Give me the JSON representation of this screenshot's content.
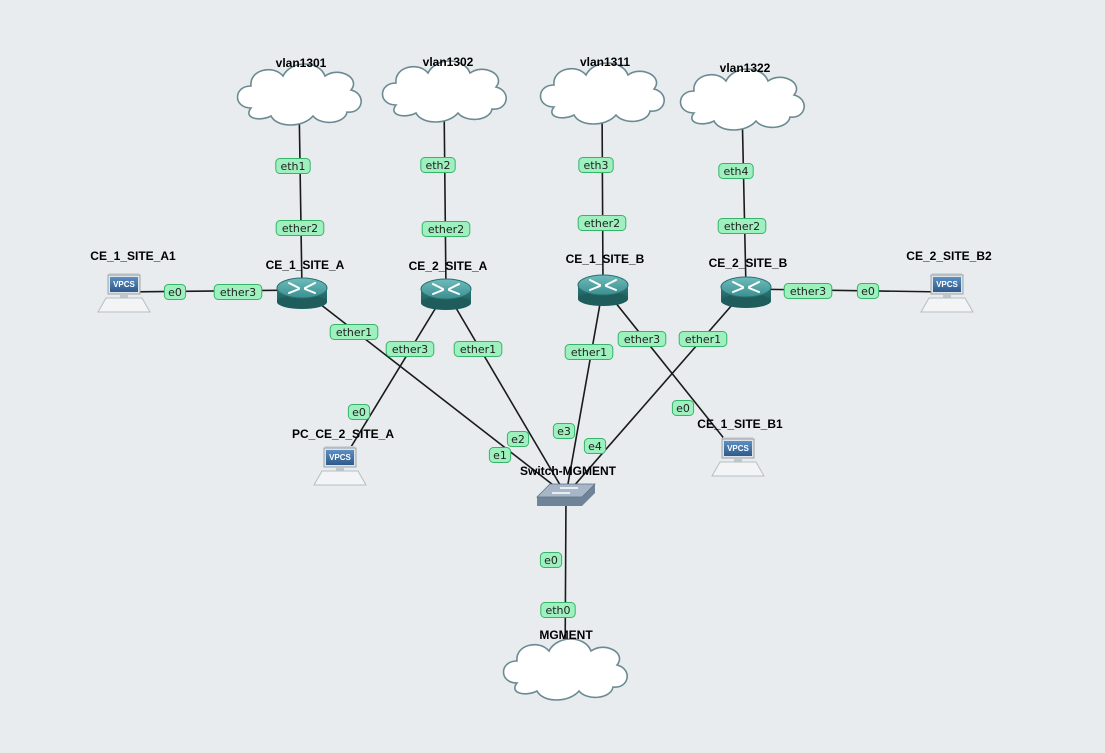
{
  "nodes": {
    "vlan1301": {
      "label": "vlan1301",
      "type": "cloud"
    },
    "vlan1302": {
      "label": "vlan1302",
      "type": "cloud"
    },
    "vlan1311": {
      "label": "vlan1311",
      "type": "cloud"
    },
    "vlan1322": {
      "label": "vlan1322",
      "type": "cloud"
    },
    "ce1a": {
      "label": "CE_1_SITE_A",
      "type": "router"
    },
    "ce2a": {
      "label": "CE_2_SITE_A",
      "type": "router"
    },
    "ce1b": {
      "label": "CE_1_SITE_B",
      "type": "router"
    },
    "ce2b": {
      "label": "CE_2_SITE_B",
      "type": "router"
    },
    "pc_a1": {
      "label": "CE_1_SITE_A1",
      "type": "vpcs"
    },
    "pc_b2": {
      "label": "CE_2_SITE_B2",
      "type": "vpcs"
    },
    "pc_ce2a": {
      "label": "PC_CE_2_SITE_A",
      "type": "vpcs"
    },
    "pc_b1": {
      "label": "CE_1_SITE_B1",
      "type": "vpcs"
    },
    "switch": {
      "label": "Switch-MGMENT",
      "type": "switch"
    },
    "mgment": {
      "label": "MGMENT",
      "type": "cloud"
    }
  },
  "vpcs_badge": "VPCS",
  "links": [
    {
      "from": "vlan1301",
      "to": "ce1a",
      "ports": [
        "eth1",
        "ether2"
      ]
    },
    {
      "from": "vlan1302",
      "to": "ce2a",
      "ports": [
        "eth2",
        "ether2"
      ]
    },
    {
      "from": "vlan1311",
      "to": "ce1b",
      "ports": [
        "eth3",
        "ether2"
      ]
    },
    {
      "from": "vlan1322",
      "to": "ce2b",
      "ports": [
        "eth4",
        "ether2"
      ]
    },
    {
      "from": "pc_a1",
      "to": "ce1a",
      "ports": [
        "e0",
        "ether3"
      ]
    },
    {
      "from": "ce2b",
      "to": "pc_b2",
      "ports": [
        "ether3",
        "e0"
      ]
    },
    {
      "from": "ce1a",
      "to": "switch",
      "ports": [
        "ether1",
        "e1"
      ]
    },
    {
      "from": "ce2a",
      "to": "pc_ce2a",
      "ports": [
        "ether3",
        "e0"
      ]
    },
    {
      "from": "ce2a",
      "to": "switch",
      "ports": [
        "ether1",
        "e2"
      ]
    },
    {
      "from": "ce1b",
      "to": "switch",
      "ports": [
        "ether1",
        "e3"
      ]
    },
    {
      "from": "ce1b",
      "to": "pc_b1",
      "ports": [
        "ether3",
        "e0"
      ]
    },
    {
      "from": "ce2b",
      "to": "switch",
      "ports": [
        "ether1",
        "e4"
      ]
    },
    {
      "from": "switch",
      "to": "mgment",
      "ports": [
        "e0",
        "eth0"
      ]
    }
  ],
  "colors": {
    "background": "#e9ecef",
    "port_fill": "#9ff0bf",
    "port_stroke": "#35b46a",
    "router_body": "#3a8f8f",
    "cloud_fill": "#ffffff",
    "cloud_stroke": "#6b8a93",
    "vpcs_screen": "#3d6ea0",
    "switch_body": "#7d93aa"
  }
}
